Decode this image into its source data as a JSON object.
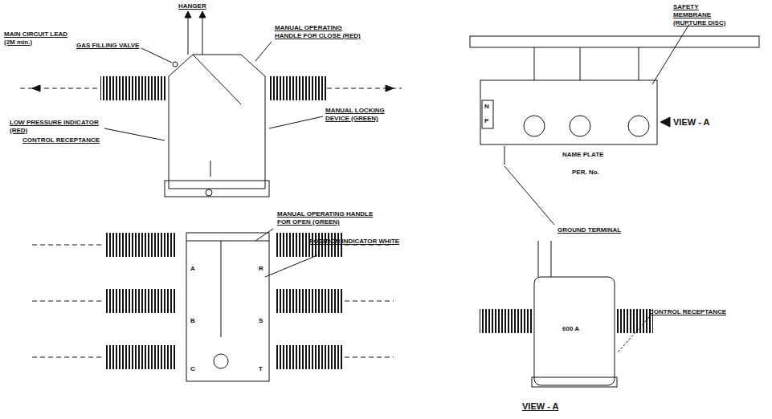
{
  "diagram": {
    "labels": [
      "HANGER",
      "MANUAL OPERATING HANDLE FOR CLOSE (RED)",
      "MAIN CIRCUIT LEAD (2M min.)",
      "GAS FILLING VALVE",
      "LOW PRESSURE INDICATOR (RED)",
      "CONTROL RECEPTANCE",
      "MANUAL LOCKING DEVICE (GREEN)",
      "MANUAL OPERATING HANDLE FOR OPEN (GREEN)",
      "POSITION INDICATOR WHITE",
      "SAFETY MEMBRANE (RUPTURE DISC)",
      "VIEW - A",
      "NAME PLATE",
      "PER. No.",
      "GROUND TERMINAL",
      "CONTROL RECEPTANCE",
      "600 A",
      "VIEW - A",
      "N",
      "P",
      "A",
      "R",
      "B",
      "S",
      "C",
      "T"
    ]
  }
}
